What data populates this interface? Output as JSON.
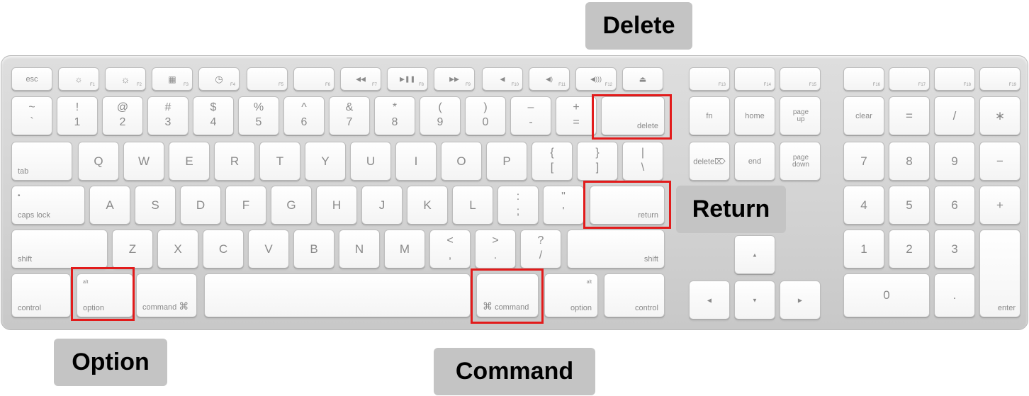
{
  "callouts": {
    "delete": "Delete",
    "return": "Return",
    "option": "Option",
    "command": "Command"
  },
  "fn_row": {
    "esc": "esc",
    "f1": "F1",
    "f2": "F2",
    "f3": "F3",
    "f4": "F4",
    "f5": "F5",
    "f6": "F6",
    "f7": "F7",
    "f8": "F8",
    "f9": "F9",
    "f10": "F10",
    "f11": "F11",
    "f12": "F12",
    "f13": "F13",
    "f14": "F14",
    "f15": "F15",
    "f16": "F16",
    "f17": "F17",
    "f18": "F18",
    "f19": "F19"
  },
  "number_row": {
    "backtick": {
      "top": "~",
      "bottom": "`"
    },
    "k1": {
      "top": "!",
      "bottom": "1"
    },
    "k2": {
      "top": "@",
      "bottom": "2"
    },
    "k3": {
      "top": "#",
      "bottom": "3"
    },
    "k4": {
      "top": "$",
      "bottom": "4"
    },
    "k5": {
      "top": "%",
      "bottom": "5"
    },
    "k6": {
      "top": "^",
      "bottom": "6"
    },
    "k7": {
      "top": "&",
      "bottom": "7"
    },
    "k8": {
      "top": "*",
      "bottom": "8"
    },
    "k9": {
      "top": "(",
      "bottom": "9"
    },
    "k0": {
      "top": ")",
      "bottom": "0"
    },
    "minus": {
      "top": "–",
      "bottom": "-"
    },
    "equals": {
      "top": "+",
      "bottom": "="
    },
    "delete": "delete"
  },
  "row_q": {
    "tab": "tab",
    "letters": [
      "Q",
      "W",
      "E",
      "R",
      "T",
      "Y",
      "U",
      "I",
      "O",
      "P"
    ],
    "bracket_open": {
      "top": "{",
      "bottom": "["
    },
    "bracket_close": {
      "top": "}",
      "bottom": "]"
    },
    "backslash": {
      "top": "|",
      "bottom": "\\"
    }
  },
  "row_a": {
    "caps": "caps lock",
    "caps_dot": "•",
    "letters": [
      "A",
      "S",
      "D",
      "F",
      "G",
      "H",
      "J",
      "K",
      "L"
    ],
    "semicolon": {
      "top": ":",
      "bottom": ";"
    },
    "quote": {
      "top": "\"",
      "bottom": "'"
    },
    "return": "return"
  },
  "row_z": {
    "shift_left": "shift",
    "letters": [
      "Z",
      "X",
      "C",
      "V",
      "B",
      "N",
      "M"
    ],
    "comma": {
      "top": "<",
      "bottom": ","
    },
    "period": {
      "top": ">",
      "bottom": "."
    },
    "slash": {
      "top": "?",
      "bottom": "/"
    },
    "shift_right": "shift"
  },
  "row_bottom": {
    "control_left": "control",
    "alt": "alt",
    "option_left": "option",
    "command_left": "command",
    "command_symbol": "⌘",
    "command_right": "command",
    "option_right": "option",
    "control_right": "control"
  },
  "nav": {
    "fn": "fn",
    "home": "home",
    "page_up": "page up",
    "delete_fwd": "delete",
    "end": "end",
    "page_down": "page down"
  },
  "numpad": {
    "clear": "clear",
    "equals": "=",
    "divide": "/",
    "multiply": "∗",
    "k7": "7",
    "k8": "8",
    "k9": "9",
    "minus": "−",
    "k4": "4",
    "k5": "5",
    "k6": "6",
    "plus": "+",
    "k1": "1",
    "k2": "2",
    "k3": "3",
    "k0": "0",
    "dot": ".",
    "enter": "enter"
  }
}
